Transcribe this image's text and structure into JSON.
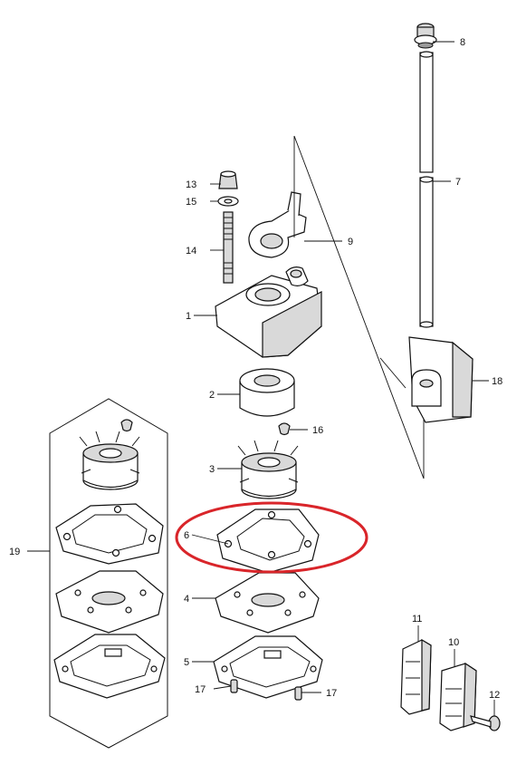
{
  "callouts": {
    "p1": "1",
    "p2": "2",
    "p3": "3",
    "p4": "4",
    "p5": "5",
    "p6": "6",
    "p7": "7",
    "p8": "8",
    "p9": "9",
    "p10": "10",
    "p11": "11",
    "p12": "12",
    "p13": "13",
    "p14": "14",
    "p15": "15",
    "p16": "16",
    "p17a": "17",
    "p17b": "17",
    "p18": "18",
    "p19": "19"
  },
  "highlight": {
    "color": "#d9252a"
  }
}
